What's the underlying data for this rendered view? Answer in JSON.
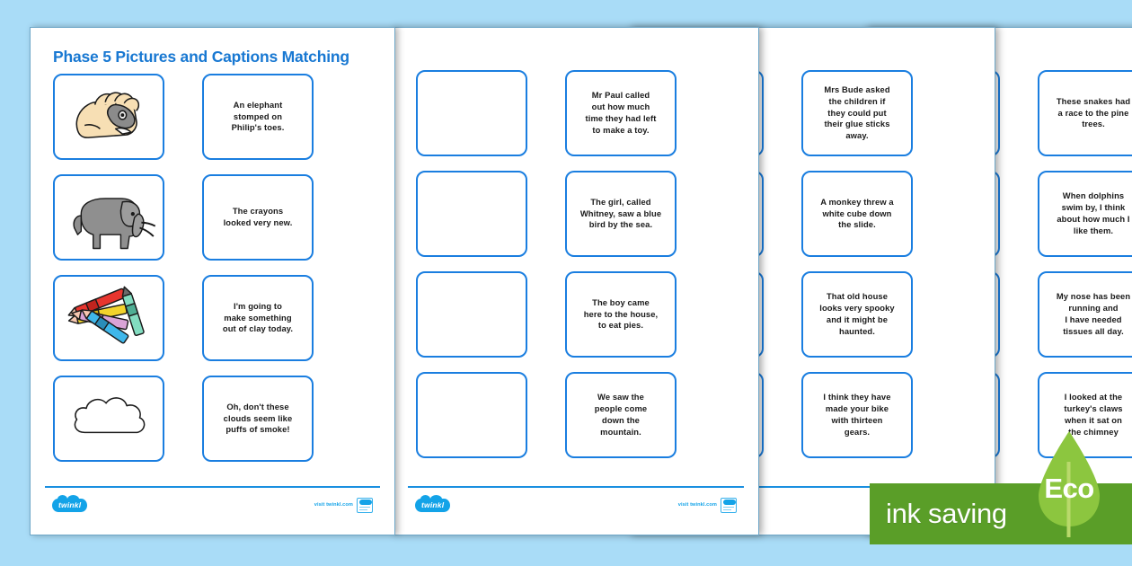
{
  "document": {
    "title": "Phase 5 Pictures and Captions Matching",
    "accent_blue": "#1a7ee0",
    "title_blue": "#1878d2",
    "background_blue": "#a9dcf7"
  },
  "footer": {
    "logo_text": "twinkl",
    "visit_text": "visit twinkl.com"
  },
  "eco_badge": {
    "text": "ink saving",
    "leaf_text": "Eco",
    "green": "#5a9e28",
    "leaf_green": "#8cc63f"
  },
  "pages": [
    {
      "id": "page-1",
      "has_title": true,
      "pictures": [
        {
          "name": "toes-stomped-picture",
          "alt": "foot with toes"
        },
        {
          "name": "elephant-picture",
          "alt": "elephant"
        },
        {
          "name": "crayons-picture",
          "alt": "crayons"
        },
        {
          "name": "cloud-picture",
          "alt": "cloud"
        }
      ],
      "captions": [
        "An elephant stomped on Philip's toes.",
        "The crayons looked very new.",
        "I'm going to make something out of clay today.",
        "Oh, don't these clouds seem like puffs of smoke!"
      ]
    },
    {
      "id": "page-2",
      "has_title": false,
      "captions": [
        "Mr Paul called out how much time they had left to make a toy.",
        "The girl, called Whitney, saw a blue bird by the sea.",
        "The boy came here to the house, to eat pies.",
        "We saw the people come down the mountain."
      ]
    },
    {
      "id": "page-3",
      "has_title": false,
      "captions": [
        "Mrs Bude asked the children if they could put their glue sticks away.",
        "A monkey threw a white cube down the slide.",
        "That old house looks very spooky and it might be haunted.",
        "I think they have made your bike with thirteen gears."
      ]
    },
    {
      "id": "page-4",
      "has_title": false,
      "captions": [
        "These snakes had a race to the pine trees.",
        "When dolphins swim by, I think about how much I like them.",
        "My nose has been running and I have needed tissues all day.",
        "I looked at the turkey's claws when it sat on the chimney"
      ]
    }
  ],
  "caption_lines": {
    "p1": [
      [
        "An elephant",
        "stomped on",
        "Philip's toes."
      ],
      [
        "The crayons",
        "looked very new."
      ],
      [
        "I'm going to",
        "make something",
        "out of clay today."
      ],
      [
        "Oh, don't these",
        "clouds seem like",
        "puffs of smoke!"
      ]
    ],
    "p2": [
      [
        "Mr Paul called",
        "out how much",
        "time they had left",
        "to make a toy."
      ],
      [
        "The girl, called",
        "Whitney, saw a blue",
        "bird by the sea."
      ],
      [
        "The boy came",
        "here to the house,",
        "to eat pies."
      ],
      [
        "We saw the",
        "people come",
        "down the",
        "mountain."
      ]
    ],
    "p3": [
      [
        "Mrs Bude asked",
        "the children if",
        "they could put",
        "their glue sticks",
        "away."
      ],
      [
        "A monkey threw a",
        "white cube down",
        "the slide."
      ],
      [
        "That old house",
        "looks very spooky",
        "and it might be",
        "haunted."
      ],
      [
        "I think they have",
        "made your bike",
        "with thirteen",
        "gears."
      ]
    ],
    "p4": [
      [
        "These snakes had",
        "a race to the pine",
        "trees."
      ],
      [
        "When dolphins",
        "swim by, I think",
        "about how much I",
        "like them."
      ],
      [
        "My nose has been",
        "running and",
        "I have needed",
        "tissues all day."
      ],
      [
        "I looked at the",
        "turkey's claws",
        "when it sat on",
        "the chimney"
      ]
    ]
  }
}
